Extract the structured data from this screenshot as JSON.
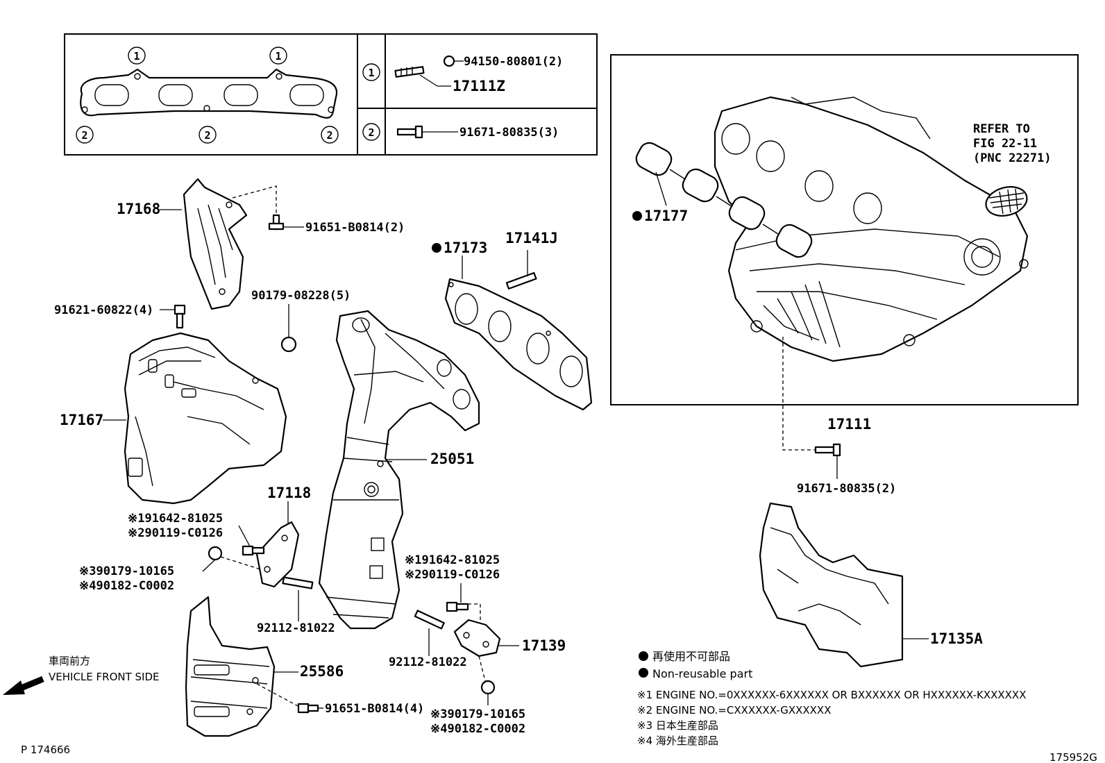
{
  "inset_table": {
    "circle1": "1",
    "circle2": "2",
    "row1": {
      "marker": "1",
      "nut": "94150-80801(2)",
      "stud": "17111Z"
    },
    "row2": {
      "marker": "2",
      "bolt": "91671-80835(3)"
    }
  },
  "labels": {
    "p17168": "17168",
    "p91651a": "91651-B0814(2)",
    "p17173": "17173",
    "p17141j": "17141J",
    "p91621": "91621-60822(4)",
    "p90179": "90179-08228(5)",
    "p17167": "17167",
    "p25051": "25051",
    "p17118": "17118",
    "p17177": "17177",
    "p17111": "17111",
    "p91671b": "91671-80835(2)",
    "p17135a": "17135A",
    "refer1": "REFER TO",
    "refer2": "FIG 22-11",
    "refer3": "(PNC 22271)",
    "l_191642_a": "※191642-81025",
    "l_290119_a": "※290119-C0126",
    "l_390179_a": "※390179-10165",
    "l_490182_a": "※490182-C0002",
    "l_191642_b": "※191642-81025",
    "l_290119_b": "※290119-C0126",
    "p92112_a": "92112-81022",
    "p92112_b": "92112-81022",
    "p17139": "17139",
    "p25586": "25586",
    "p91651b": "91651-B0814(4)",
    "l_390179_b": "※390179-10165",
    "l_490182_b": "※490182-C0002"
  },
  "direction": {
    "jp": "車両前方",
    "en": "VEHICLE FRONT SIDE"
  },
  "legend": {
    "nonreuse_jp": "再使用不可部品",
    "nonreuse_en": "Non-reusable part",
    "n1": "※1 ENGINE NO.=0XXXXXX-6XXXXXX OR BXXXXXX OR HXXXXXX-KXXXXXX",
    "n2": "※2 ENGINE NO.=CXXXXXX-GXXXXXX",
    "n3": "※3 日本生産部品",
    "n4": "※4 海外生産部品"
  },
  "footer": {
    "left": "P 174666",
    "right": "175952G"
  }
}
